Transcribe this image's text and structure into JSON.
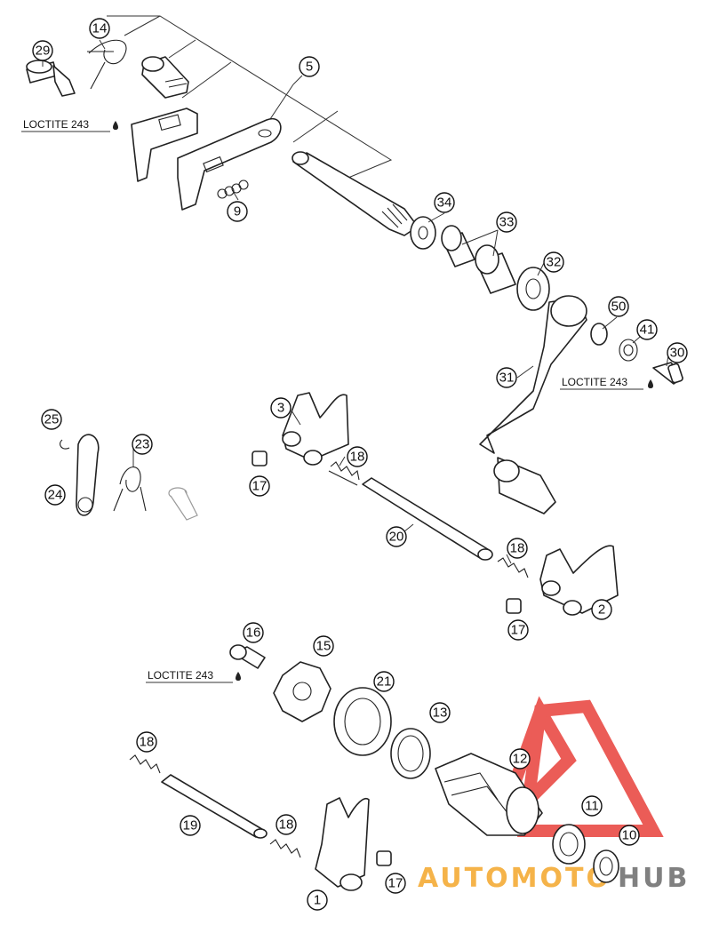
{
  "callouts": {
    "c1": "1",
    "c2": "2",
    "c3": "3",
    "c5": "5",
    "c9": "9",
    "c10": "10",
    "c11": "11",
    "c12": "12",
    "c13": "13",
    "c14": "14",
    "c15": "15",
    "c16": "16",
    "c17a": "17",
    "c17b": "17",
    "c17c": "17",
    "c18a": "18",
    "c18b": "18",
    "c18c": "18",
    "c18d": "18",
    "c19": "19",
    "c20": "20",
    "c21": "21",
    "c23": "23",
    "c24": "24",
    "c25": "25",
    "c29": "29",
    "c30": "30",
    "c31": "31",
    "c32": "32",
    "c33": "33",
    "c34": "34",
    "c41": "41",
    "c50": "50"
  },
  "notes": {
    "loctite_top": "LOCTITE 243",
    "loctite_right": "LOCTITE 243",
    "loctite_bottom": "LOCTITE 243"
  },
  "watermark": {
    "text_auto": "AUTOMOTO",
    "text_hub": "HUB",
    "color_triangle": "#e8403a",
    "color_auto": "#f4a62a",
    "color_hub": "#6b6b6b"
  }
}
